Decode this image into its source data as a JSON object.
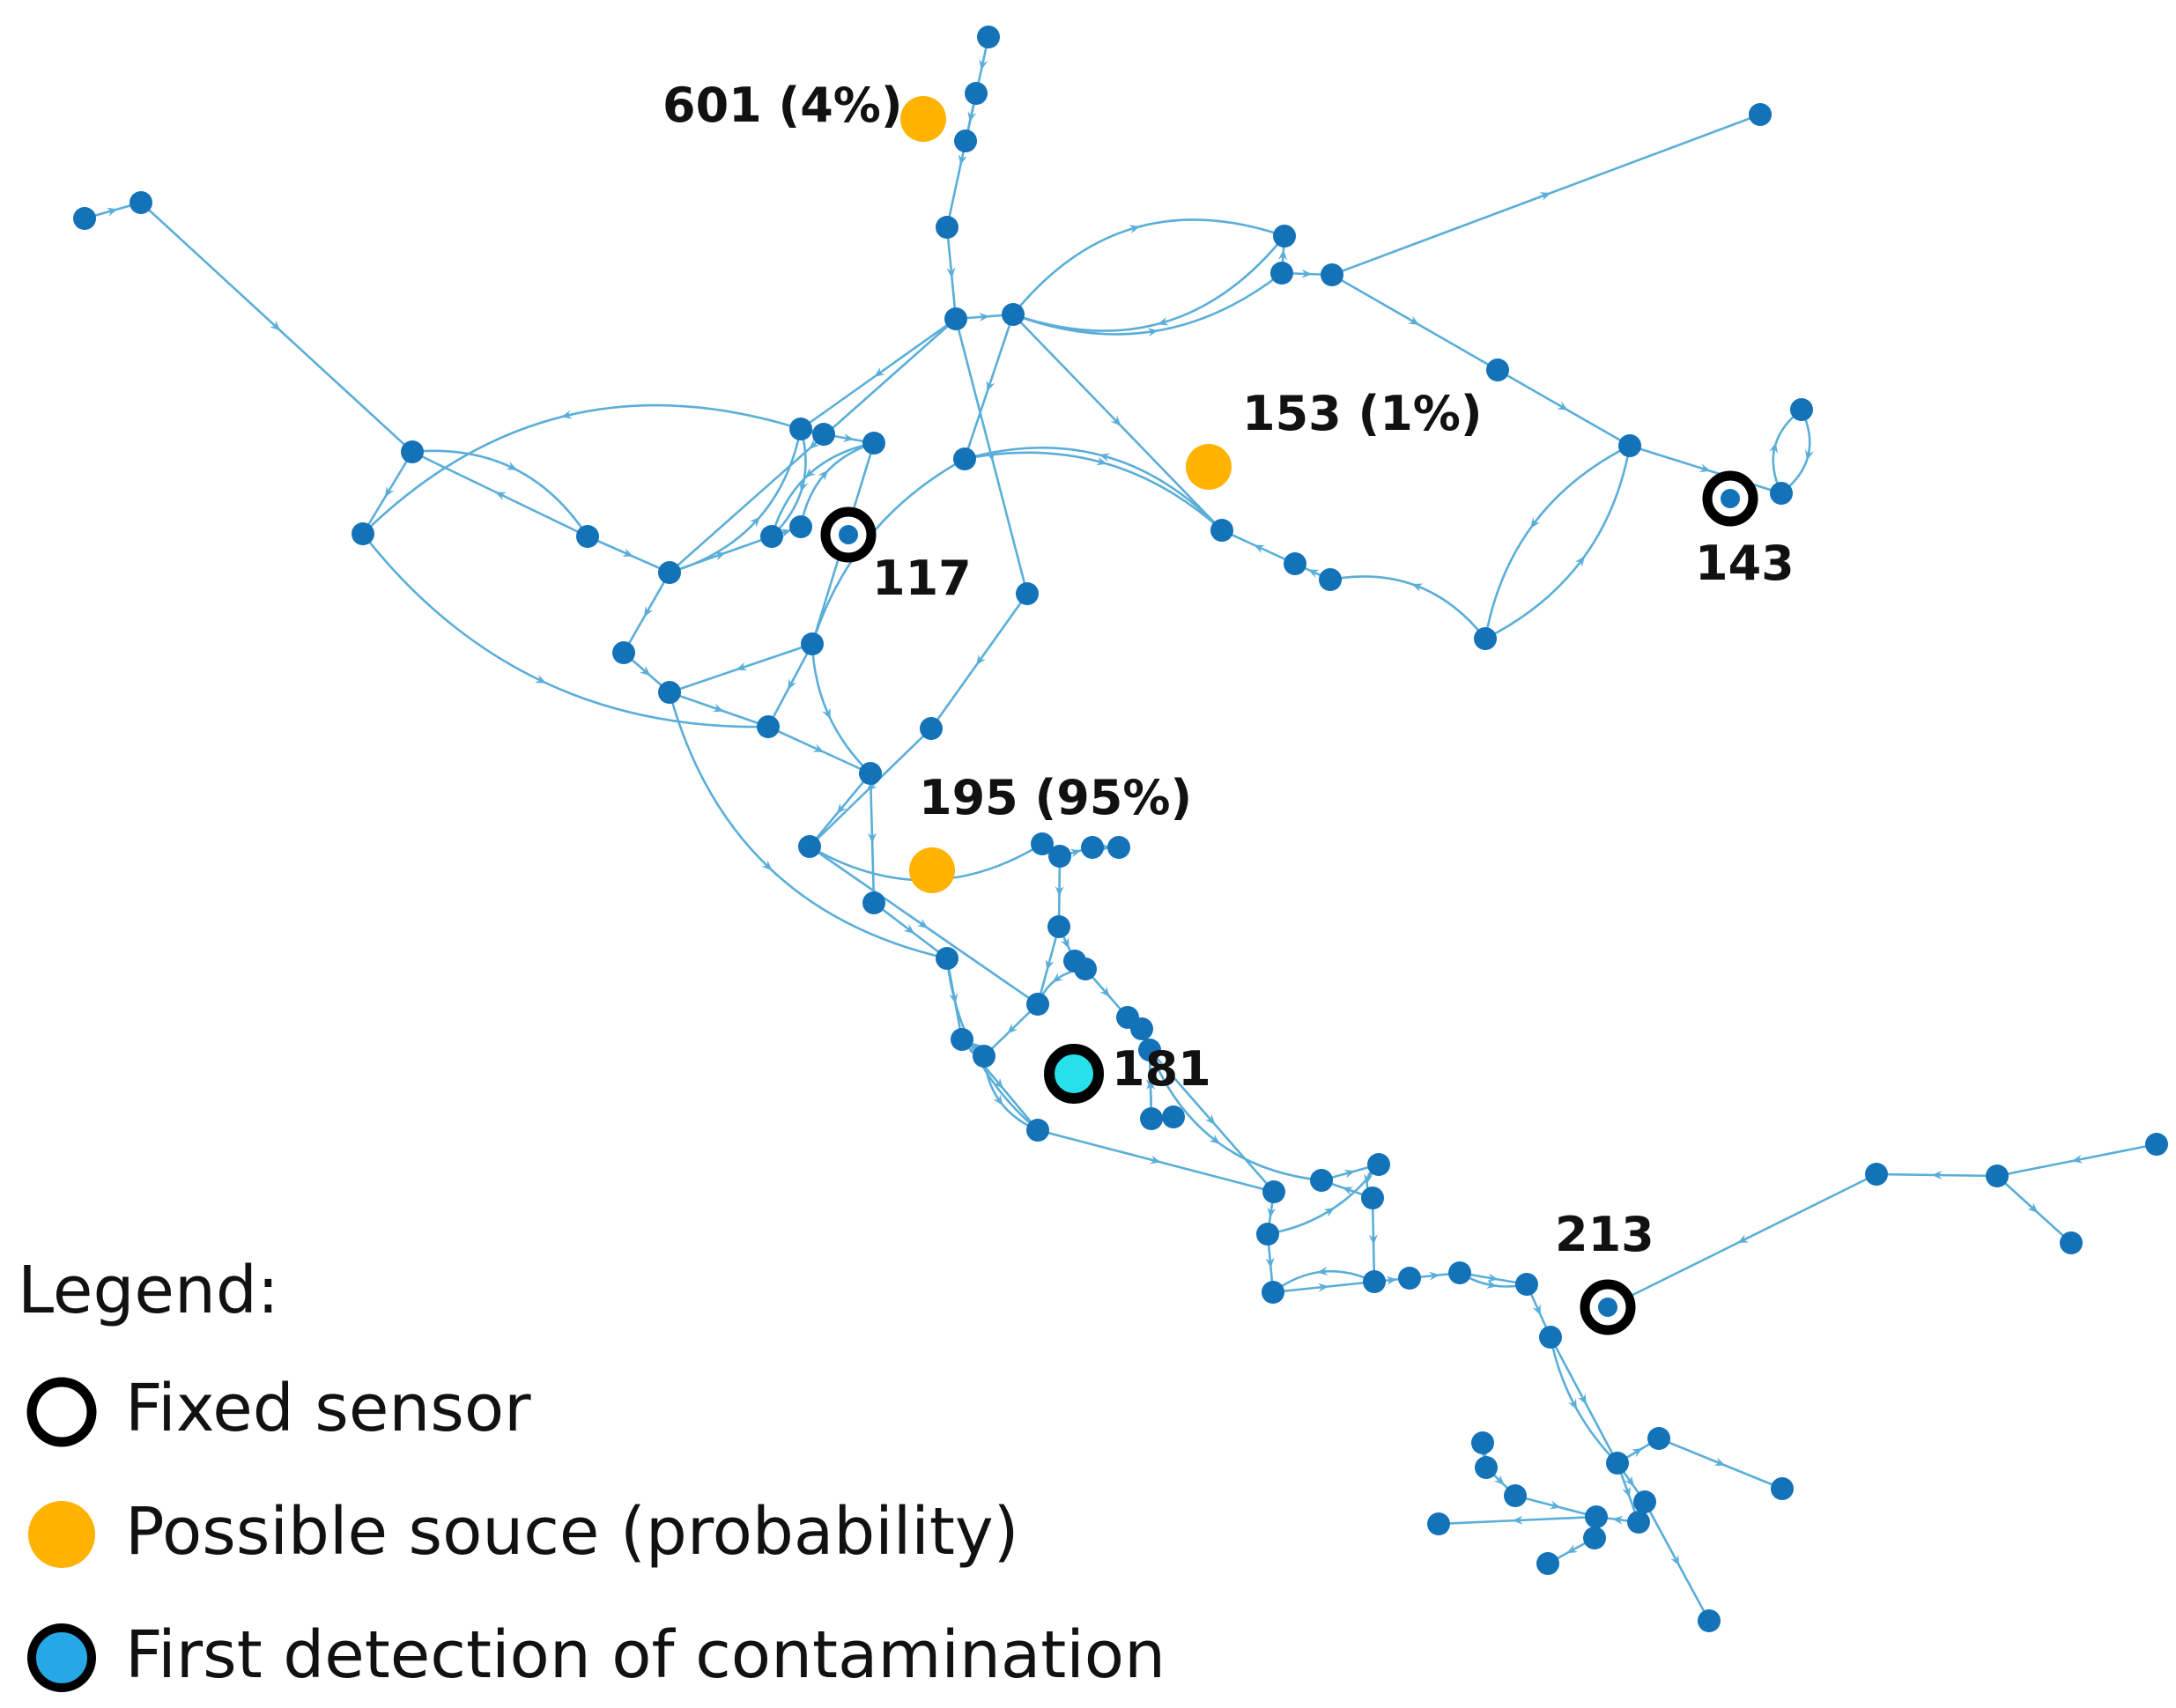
{
  "colors": {
    "edge": "#5aaed8",
    "node": "#1372b8",
    "possible_source": "#ffb300",
    "first_detection": "#27e0ec",
    "sensor_ring": "#000000"
  },
  "labels": {
    "n601": "601 (4%)",
    "n153": "153 (1%)",
    "n195": "195 (95%)",
    "n117": "117",
    "n143": "143",
    "n181": "181",
    "n213": "213"
  },
  "legend": {
    "title": "Legend:",
    "items": [
      {
        "symbol": "sensor-ring",
        "label": "Fixed sensor"
      },
      {
        "symbol": "possible-source",
        "label": "Possible souce (probability)"
      },
      {
        "symbol": "first-detection",
        "label": "First detection of contamination"
      }
    ]
  }
}
